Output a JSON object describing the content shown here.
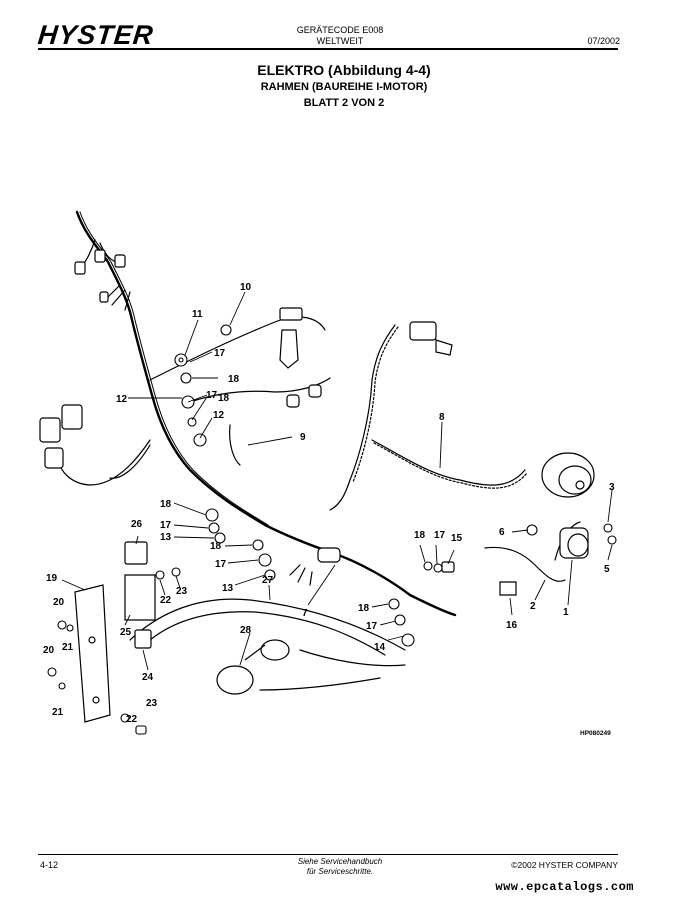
{
  "header": {
    "logo_text": "HYSTER",
    "code_line1": "GERÄTECODE E008",
    "code_line2": "WELTWEIT",
    "date": "07/2002"
  },
  "title": {
    "line1": "ELEKTRO (Abbildung 4-4)",
    "line2": "RAHMEN (BAUREIHE I-MOTOR)",
    "line3": "BLATT 2 VON 2"
  },
  "diagram": {
    "figure_id": "HP080249",
    "callouts": [
      "10",
      "11",
      "17",
      "18",
      "12",
      "17",
      "18",
      "12",
      "9",
      "8",
      "3",
      "6",
      "18",
      "17",
      "15",
      "5",
      "26",
      "18",
      "17",
      "13",
      "18",
      "17",
      "13",
      "19",
      "22",
      "23",
      "20",
      "21",
      "25",
      "27",
      "7",
      "18",
      "17",
      "14",
      "2",
      "16",
      "1",
      "28",
      "24",
      "20",
      "21",
      "22",
      "23"
    ]
  },
  "footer": {
    "page_number": "4-12",
    "reference_line1": "Siehe Servicehandbuch",
    "reference_line2": "für Serviceschritte.",
    "copyright": "©2002 HYSTER COMPANY",
    "watermark": "www.epcatalogs.com"
  }
}
